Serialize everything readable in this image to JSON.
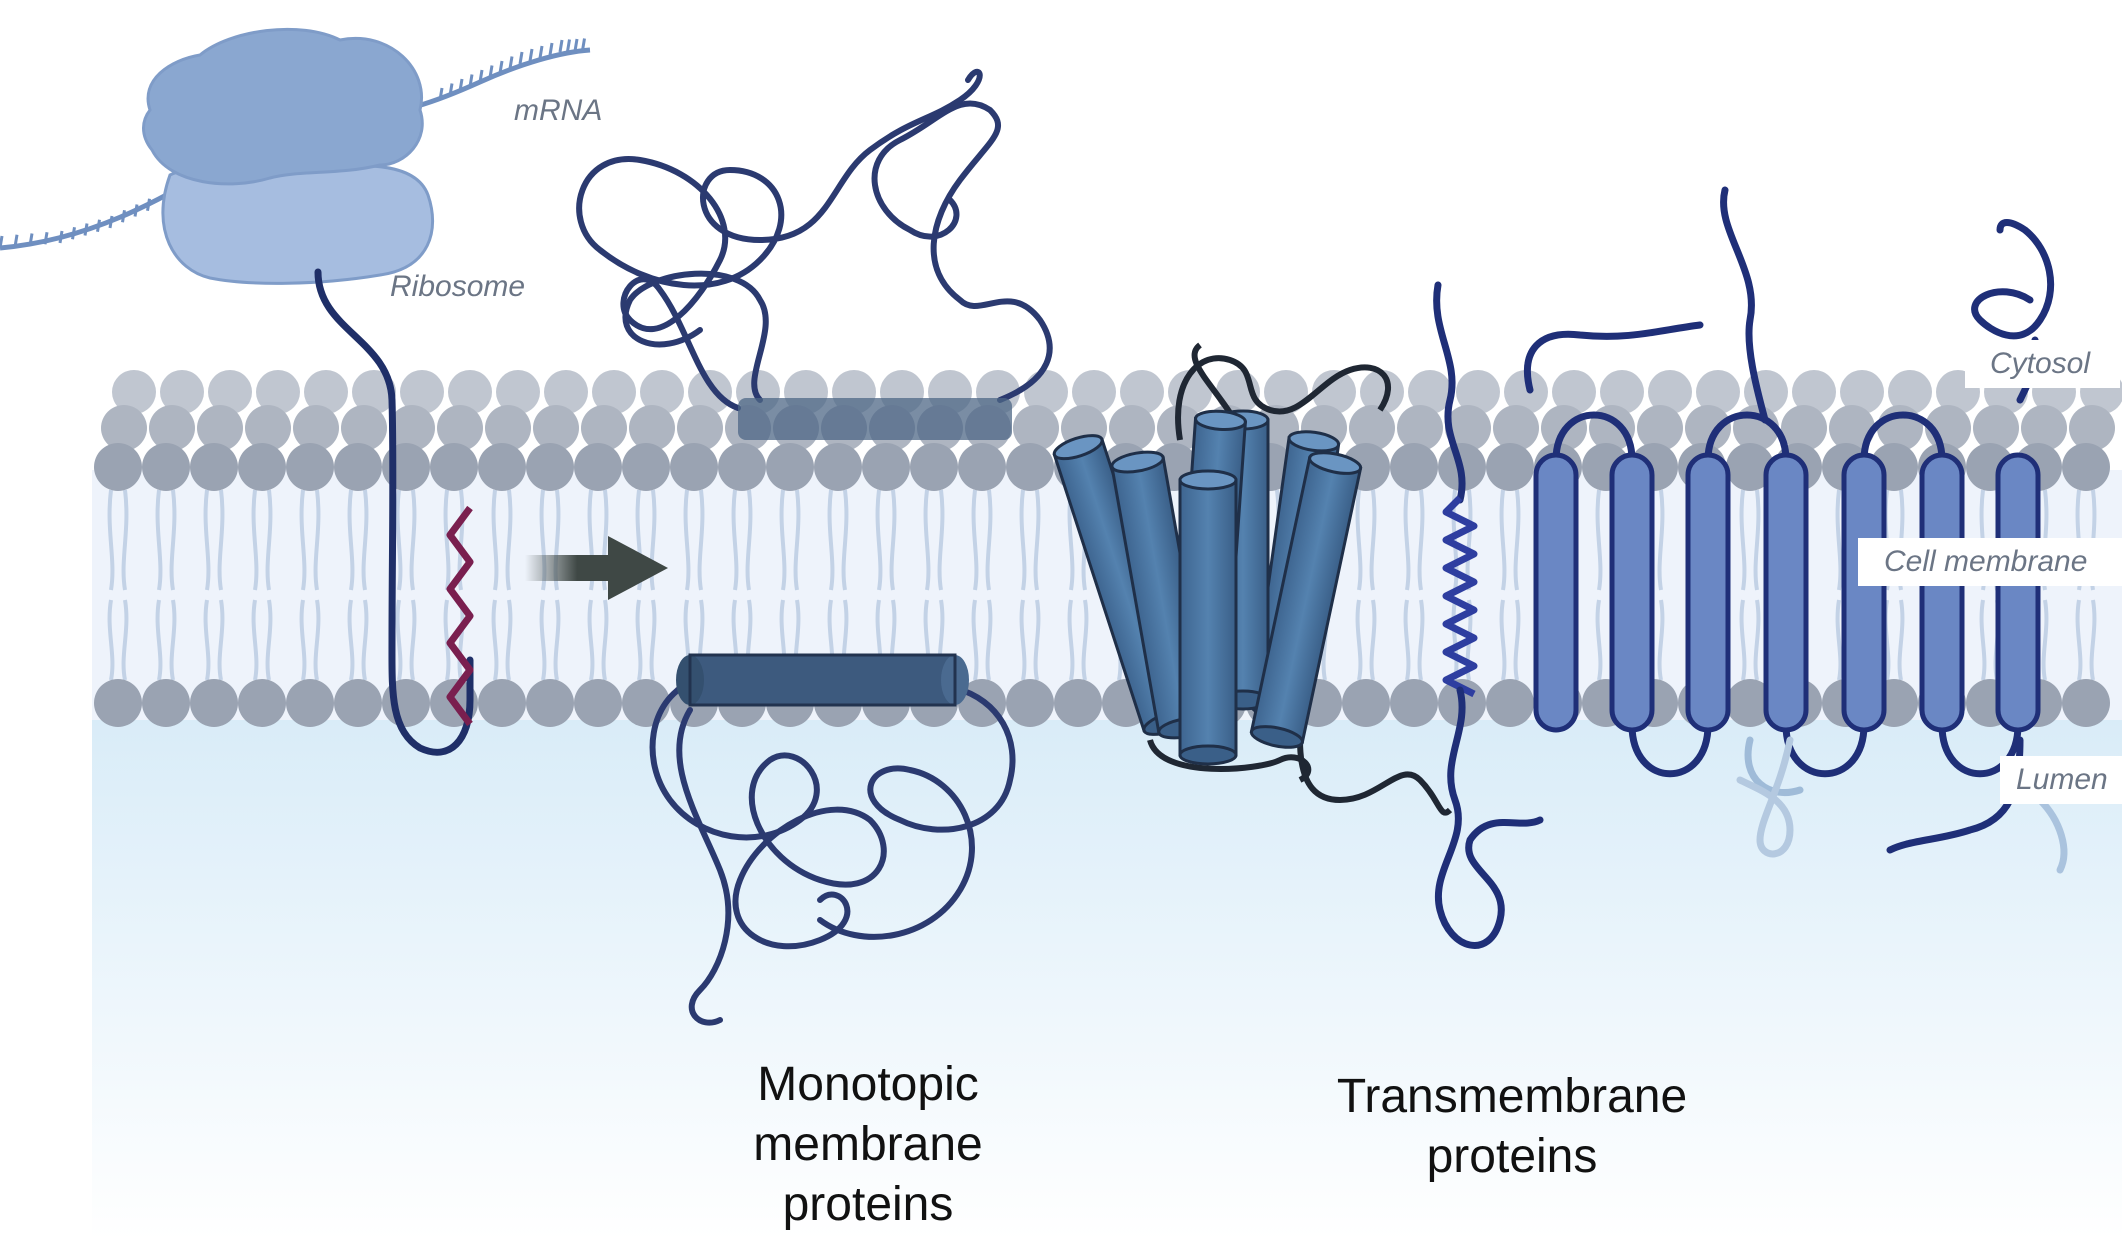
{
  "labels": {
    "mrna": "mRNA",
    "ribosome": "Ribosome",
    "cytosol": "Cytosol",
    "cell_membrane": "Cell membrane",
    "lumen": "Lumen"
  },
  "captions": {
    "monotopic": [
      "Monotopic",
      "membrane",
      "proteins"
    ],
    "transmembrane": [
      "Transmembrane",
      "proteins"
    ]
  },
  "colors": {
    "protein_chain": "#2b3f78",
    "helix_fill": "#4f7aa6",
    "helix_fill_dark": "#3d5a7e",
    "multipass_fill": "#6a87c4",
    "signal_peptide": "#7a1f4f",
    "lipid_head_top": "#9aa3b2",
    "lipid_head_back": "#c0c6d0",
    "lipid_tail": "#c3d2e6",
    "lumen": "#e4f1fa",
    "ribosome_large": "#8aa7d0",
    "ribosome_small": "#a6bde0",
    "arrow": "#3f4845"
  }
}
